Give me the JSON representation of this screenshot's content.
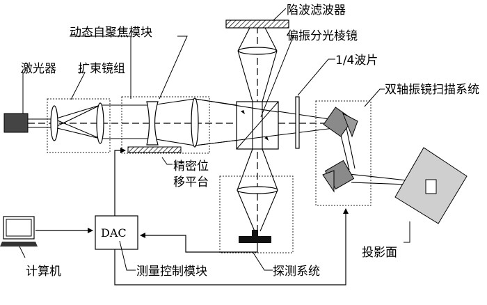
{
  "labels": {
    "notch_filter": "陷波滤波器",
    "dynamic_focus": "动态自聚焦模块",
    "pbs": "偏振分光棱镜",
    "laser": "激光器",
    "beam_expander": "扩束镜组",
    "quarter_wave": "1/4波片",
    "galvo_system": "双轴振镜扫描系统",
    "stage_line1": "精密位",
    "stage_line2": "移平台",
    "dac": "DAC",
    "projection": "投影面",
    "computer": "计算机",
    "control_module": "测量控制模块",
    "detection_system": "探测系统"
  }
}
